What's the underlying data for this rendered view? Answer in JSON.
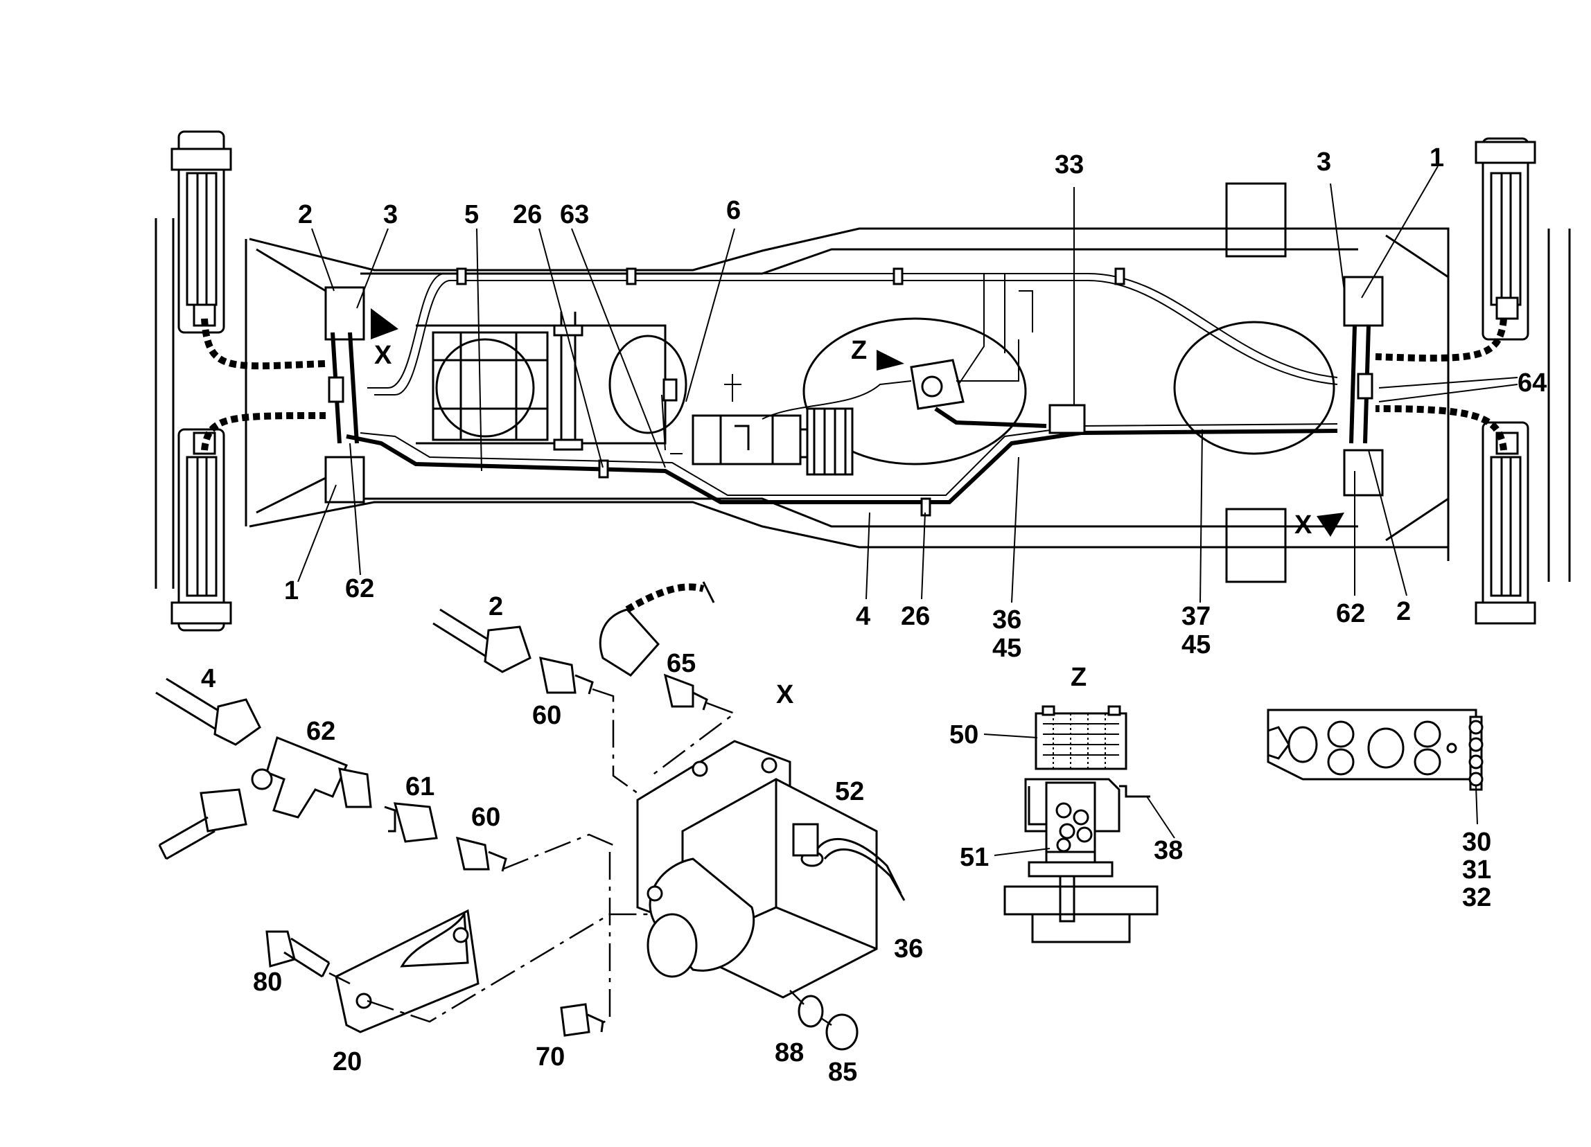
{
  "diagram": {
    "view_labels": {
      "detail_x_top_left": "X",
      "detail_z": "Z",
      "detail_x_bottom_right": "X",
      "detail_x_exploded": "X",
      "detail_z_caption": "Z"
    },
    "callouts_chassis": [
      {
        "id": "c-2-left",
        "text": "2"
      },
      {
        "id": "c-3-left",
        "text": "3"
      },
      {
        "id": "c-5",
        "text": "5"
      },
      {
        "id": "c-26-top",
        "text": "26"
      },
      {
        "id": "c-63",
        "text": "63"
      },
      {
        "id": "c-6",
        "text": "6"
      },
      {
        "id": "c-33",
        "text": "33"
      },
      {
        "id": "c-3-right",
        "text": "3"
      },
      {
        "id": "c-1-right",
        "text": "1"
      },
      {
        "id": "c-64",
        "text": "64"
      },
      {
        "id": "c-1-left",
        "text": "1"
      },
      {
        "id": "c-62-left",
        "text": "62"
      },
      {
        "id": "c-4",
        "text": "4"
      },
      {
        "id": "c-26-bottom",
        "text": "26"
      },
      {
        "id": "c-36",
        "text": "36"
      },
      {
        "id": "c-45-a",
        "text": "45"
      },
      {
        "id": "c-37",
        "text": "37"
      },
      {
        "id": "c-45-b",
        "text": "45"
      },
      {
        "id": "c-62-right",
        "text": "62"
      },
      {
        "id": "c-2-right",
        "text": "2"
      }
    ],
    "callouts_exploded": [
      {
        "id": "e-4",
        "text": "4"
      },
      {
        "id": "e-2",
        "text": "2"
      },
      {
        "id": "e-65",
        "text": "65"
      },
      {
        "id": "e-60-top",
        "text": "60"
      },
      {
        "id": "e-62",
        "text": "62"
      },
      {
        "id": "e-61",
        "text": "61"
      },
      {
        "id": "e-60-bottom",
        "text": "60"
      },
      {
        "id": "e-52",
        "text": "52"
      },
      {
        "id": "e-36",
        "text": "36"
      },
      {
        "id": "e-80",
        "text": "80"
      },
      {
        "id": "e-20",
        "text": "20"
      },
      {
        "id": "e-70",
        "text": "70"
      },
      {
        "id": "e-88",
        "text": "88"
      },
      {
        "id": "e-85",
        "text": "85"
      }
    ],
    "callouts_detail_z": [
      {
        "id": "z-50",
        "text": "50"
      },
      {
        "id": "z-51",
        "text": "51"
      },
      {
        "id": "z-38",
        "text": "38"
      }
    ],
    "callouts_panel": [
      {
        "id": "p-30",
        "text": "30"
      },
      {
        "id": "p-31",
        "text": "31"
      },
      {
        "id": "p-32",
        "text": "32"
      }
    ]
  }
}
